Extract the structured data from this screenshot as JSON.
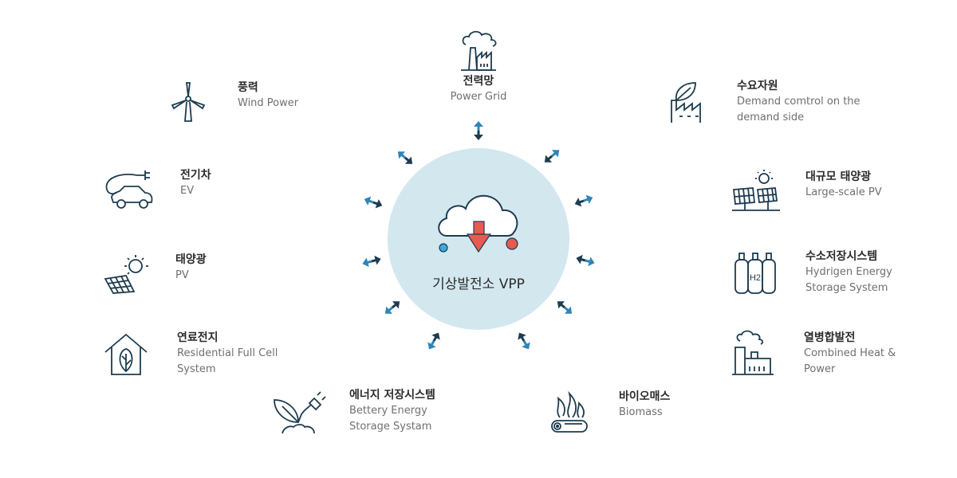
{
  "center": {
    "label": "기상발전소 VPP",
    "icon": "cloud-download-icon",
    "circle_color": "#d3e7ef",
    "arrow_color": "#e85a50",
    "dot_blue": "#3fa7d9",
    "dot_red": "#e85a50"
  },
  "colors": {
    "icon_stroke": "#1d3c50",
    "arrow_dark": "#1d3c50",
    "arrow_light": "#2e86b7"
  },
  "nodes": {
    "power_grid": {
      "ko": "전력망",
      "en": "Power Grid",
      "icon": "factory-chimney-icon"
    },
    "wind": {
      "ko": "풍력",
      "en": "Wind Power",
      "icon": "wind-turbine-icon"
    },
    "ev": {
      "ko": "전기차",
      "en": "EV",
      "icon": "electric-car-icon"
    },
    "pv": {
      "ko": "태양광",
      "en": "PV",
      "icon": "solar-panel-icon"
    },
    "fuel_cell": {
      "ko": "연료전지",
      "en": "Residential Full Cell System",
      "icon": "leaf-house-icon"
    },
    "battery": {
      "ko": "에너지 저장시스템",
      "en": "Bettery Energy Storage Systam",
      "icon": "plant-plug-icon"
    },
    "biomass": {
      "ko": "바이오매스",
      "en": "Biomass",
      "icon": "burning-log-icon"
    },
    "demand": {
      "ko": "수요자원",
      "en": "Demand comtrol on the demand side",
      "icon": "leaf-factory-icon"
    },
    "large_pv": {
      "ko": "대규모 태양광",
      "en": "Large-scale PV",
      "icon": "solar-farm-icon"
    },
    "hydrogen": {
      "ko": "수소저장시스템",
      "en": "Hydrigen Energy Storage System",
      "icon": "hydrogen-tanks-icon",
      "tank_text": "H2"
    },
    "chp": {
      "ko": "열병합발전",
      "en": "Combined Heat & Power",
      "icon": "chp-plant-icon"
    }
  }
}
